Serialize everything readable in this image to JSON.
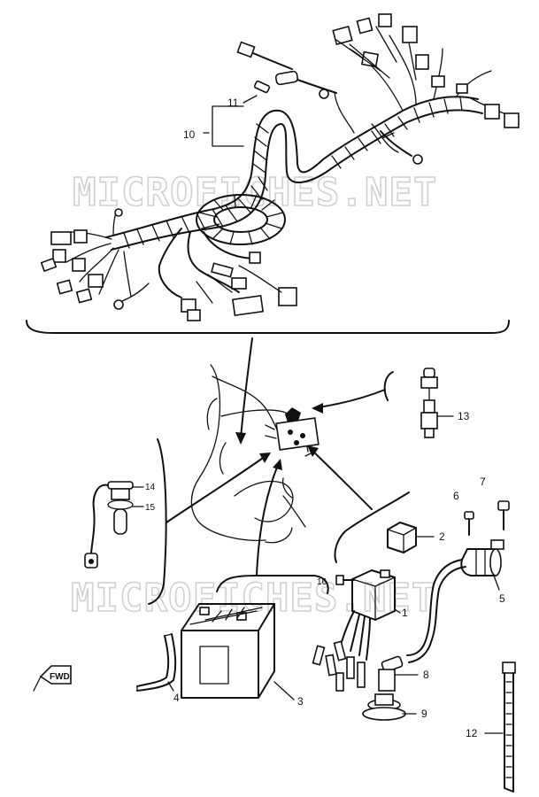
{
  "watermark": "MICROFICHES.NET",
  "callouts": {
    "p1": "1",
    "p2": "2",
    "p3": "3",
    "p4": "4",
    "p5": "5",
    "p6": "6",
    "p7": "7",
    "p8": "8",
    "p9": "9",
    "p10": "10",
    "p11": "11",
    "p12": "12",
    "p13": "13",
    "p14": "14",
    "p15": "15",
    "p16": "16"
  },
  "fwd_label": "FWD"
}
